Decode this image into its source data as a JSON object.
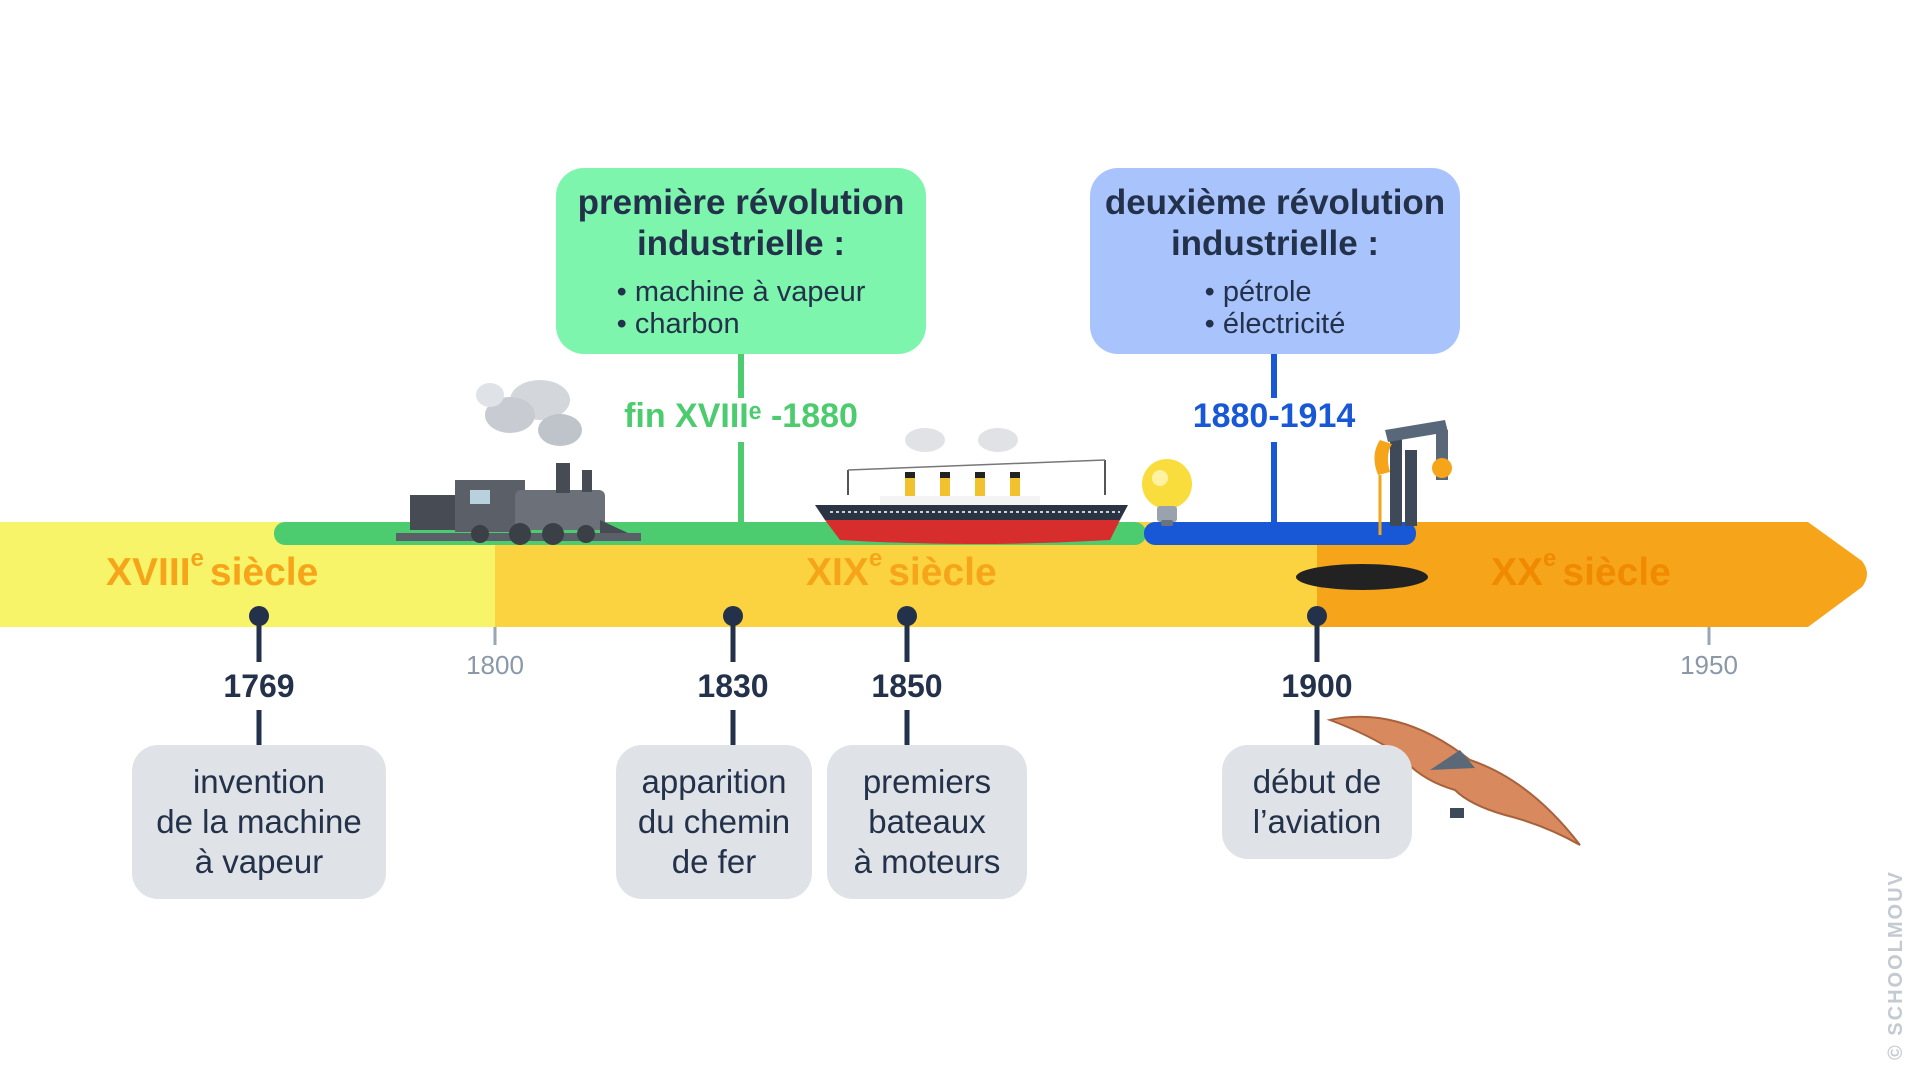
{
  "boxes": {
    "first": {
      "title_line1": "première révolution",
      "title_line2": "industrielle :",
      "items": [
        "machine à vapeur",
        "charbon"
      ],
      "range": "fin XVIIIᵉ -1880",
      "color": "#7df5ad",
      "range_color": "#4ccc6e"
    },
    "second": {
      "title_line1": "deuxième révolution",
      "title_line2": "industrielle :",
      "items": [
        "pétrole",
        "électricité"
      ],
      "range": "1880-1914",
      "color": "#a9c4fd",
      "range_color": "#1858d6"
    }
  },
  "centuries": {
    "c18": {
      "numeral": "XVIII",
      "sup": "e",
      "word": "siècle",
      "color": "#f6a51a"
    },
    "c19": {
      "numeral": "XIX",
      "sup": "e",
      "word": "siècle",
      "color": "#f6a51a"
    },
    "c20": {
      "numeral": "XX",
      "sup": "e",
      "word": "siècle",
      "color": "#f59f10"
    }
  },
  "ticks": [
    "1800",
    "1950"
  ],
  "events": [
    {
      "year": "1769",
      "line1": "invention",
      "line2": "de la machine",
      "line3": "à vapeur"
    },
    {
      "year": "1830",
      "line1": "apparition",
      "line2": "du chemin",
      "line3": "de fer"
    },
    {
      "year": "1850",
      "line1": "premiers",
      "line2": "bateaux",
      "line3": "à moteurs"
    },
    {
      "year": "1900",
      "line1": "début de",
      "line2": "l’aviation"
    }
  ],
  "icons": [
    "steam-locomotive-icon",
    "steamship-icon",
    "light-bulb-icon",
    "oil-pump-icon",
    "oil-puddle-icon",
    "flying-machine-icon"
  ],
  "watermark": "© SCHOOLMOUV"
}
